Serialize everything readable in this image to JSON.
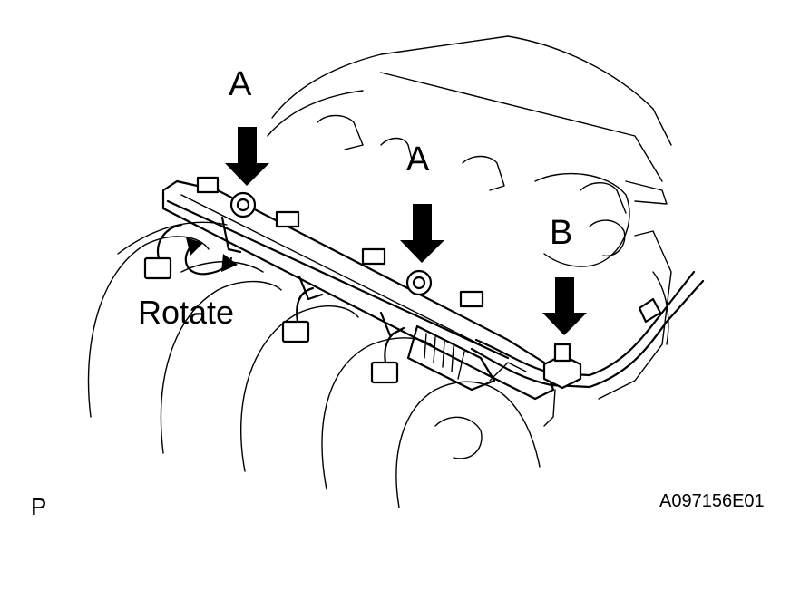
{
  "labels": {
    "bolt_a_left": "A",
    "bolt_a_right": "A",
    "bolt_b": "B",
    "rotate": "Rotate",
    "view_code": "P",
    "figure_id": "A097156E01"
  },
  "colors": {
    "line": "#000000",
    "background": "#ffffff"
  },
  "icons": [
    "down-arrow-icon",
    "curved-rotate-arrow-icon"
  ]
}
